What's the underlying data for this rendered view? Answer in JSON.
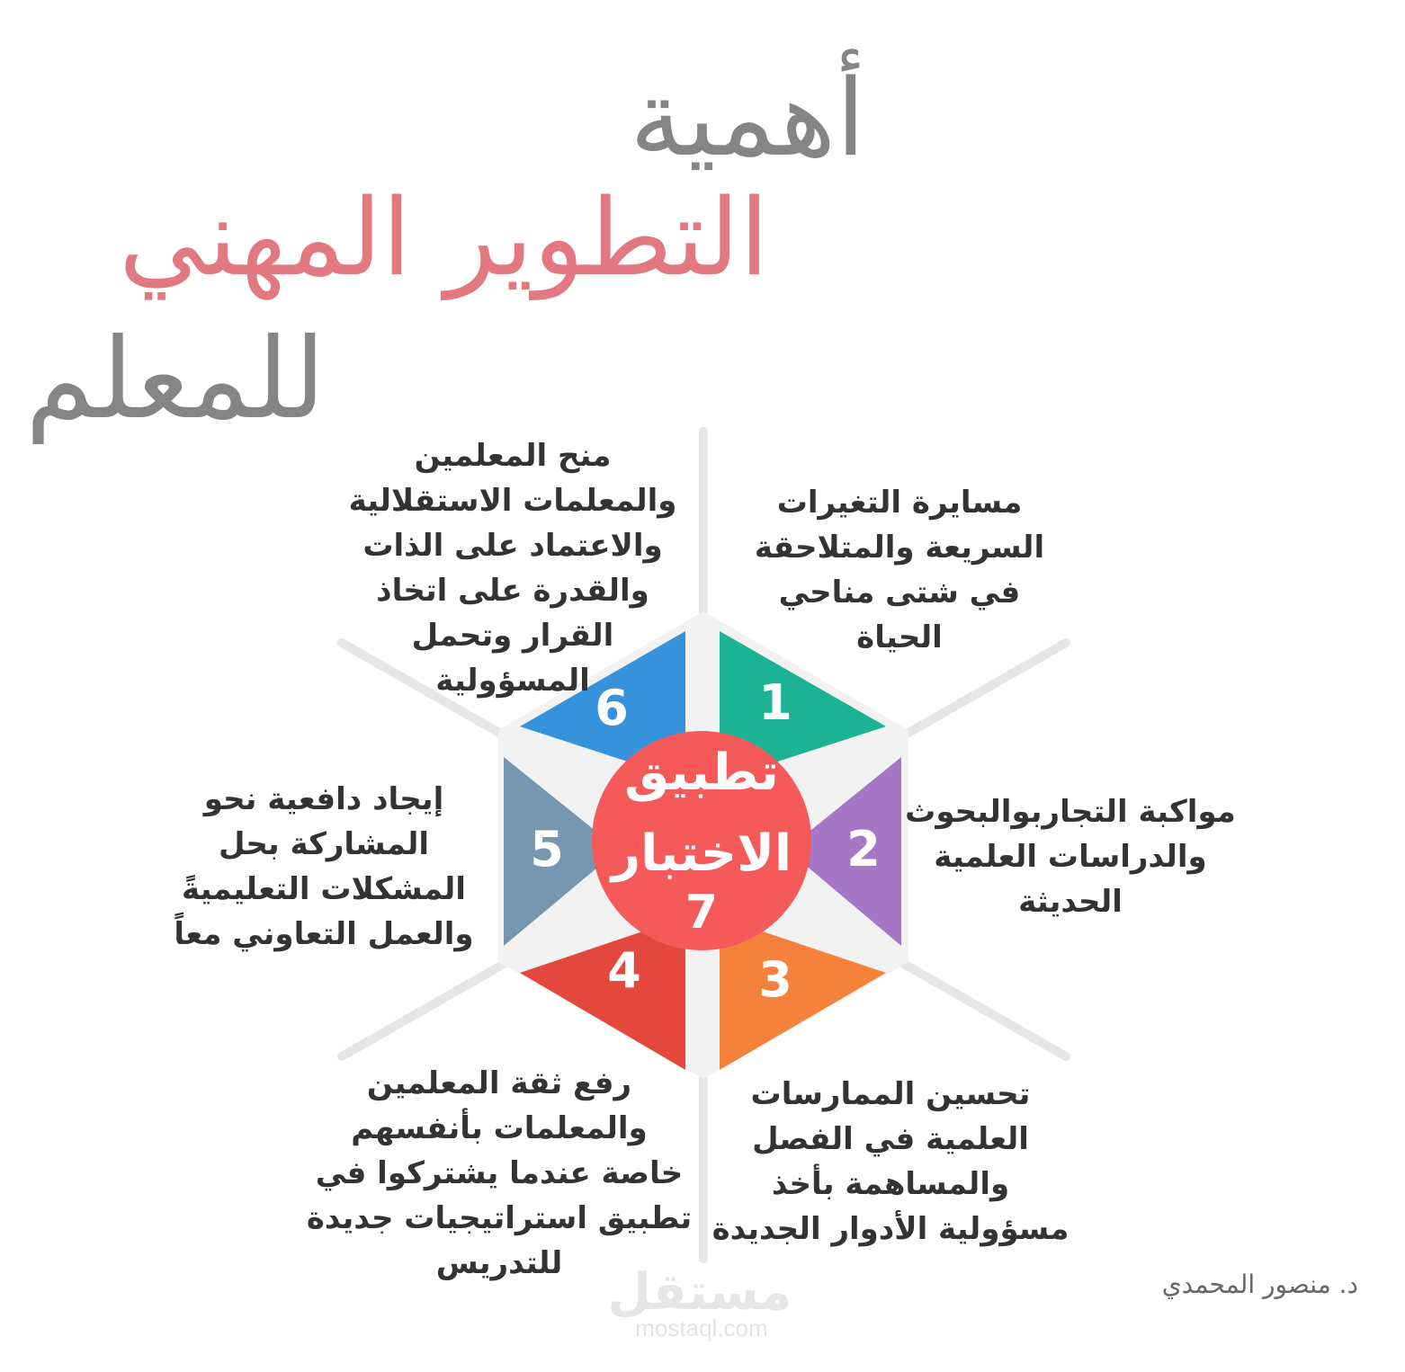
{
  "title": {
    "line1": "أهمية",
    "line2": "التطوير المهني",
    "line3": "للمعلم",
    "colors": {
      "gray": "#858585",
      "pink": "#e27980"
    }
  },
  "center": {
    "line1": "تطبيق",
    "line2": "الاختبار",
    "number": "7",
    "color": "#f55a5a"
  },
  "segments": [
    {
      "number": "1",
      "color": "#1bb394",
      "text": "مسايرة التغيرات السريعة والمتلاحقة في شتى مناحي الحياة"
    },
    {
      "number": "2",
      "color": "#a677c6",
      "text": "مواكبة التجاربوالبحوث والدراسات العلمية الحديثة"
    },
    {
      "number": "3",
      "color": "#f4823a",
      "text": "تحسين الممارسات العلمية في الفصل والمساهمة بأخذ مسؤولية الأدوار الجديدة"
    },
    {
      "number": "4",
      "color": "#e4483d",
      "text": "رفع ثقة المعلمين والمعلمات بأنفسهم خاصة عندما يشتركوا في تطبيق استراتيجيات جديدة للتدريس"
    },
    {
      "number": "5",
      "color": "#7796b0",
      "text": "إيجاد دافعية نحو المشاركة بحل المشكلات التعليميةً والعمل التعاوني معاً"
    },
    {
      "number": "6",
      "color": "#3792dc",
      "text": "منح المعلمين والمعلمات الاستقلالية والاعتماد على الذات والقدرة على اتخاذ القرار وتحمل المسؤولية"
    }
  ],
  "author": "د. منصور المحمدي",
  "watermark": {
    "arabic": "مستقل",
    "latin": "mostaql.com"
  }
}
